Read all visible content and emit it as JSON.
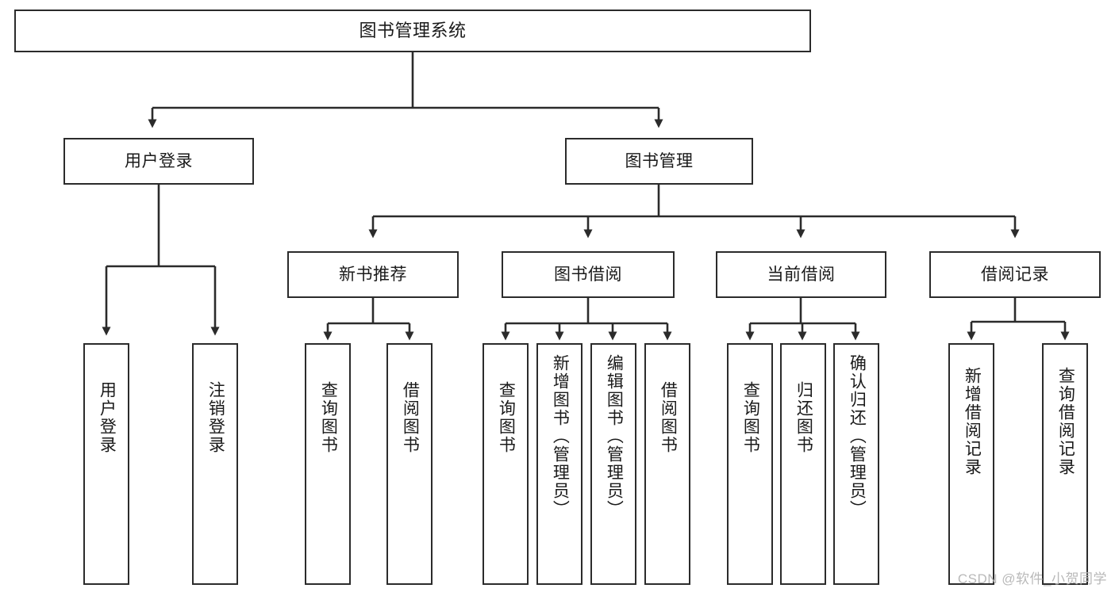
{
  "diagram": {
    "title": "图书管理系统",
    "type": "tree-hierarchy-diagram",
    "colors": {
      "box_border": "#2b2b2b",
      "box_fill": "#ffffff",
      "connector": "#2b2b2b",
      "background": "#ffffff",
      "watermark": "#b9b9b9"
    },
    "root": {
      "label": "图书管理系统"
    },
    "level1": [
      {
        "label": "用户登录"
      },
      {
        "label": "图书管理"
      }
    ],
    "level2": [
      {
        "label": "新书推荐"
      },
      {
        "label": "图书借阅"
      },
      {
        "label": "当前借阅"
      },
      {
        "label": "借阅记录"
      }
    ],
    "leaves": {
      "user_login": [
        {
          "label": "用户登录"
        },
        {
          "label": "注销登录"
        }
      ],
      "new_book_recommend": [
        {
          "label": "查询图书"
        },
        {
          "label": "借阅图书"
        }
      ],
      "book_borrow": [
        {
          "label": "查询图书"
        },
        {
          "label": "新增图书（管理员）"
        },
        {
          "label": "编辑图书（管理员）"
        },
        {
          "label": "借阅图书"
        }
      ],
      "current_borrow": [
        {
          "label": "查询图书"
        },
        {
          "label": "归还图书"
        },
        {
          "label": "确认归还（管理员）"
        }
      ],
      "borrow_record": [
        {
          "label": "新增借阅记录"
        },
        {
          "label": "查询借阅记录"
        }
      ]
    }
  },
  "watermark": {
    "text": "CSDN @软件_小贺同学"
  }
}
